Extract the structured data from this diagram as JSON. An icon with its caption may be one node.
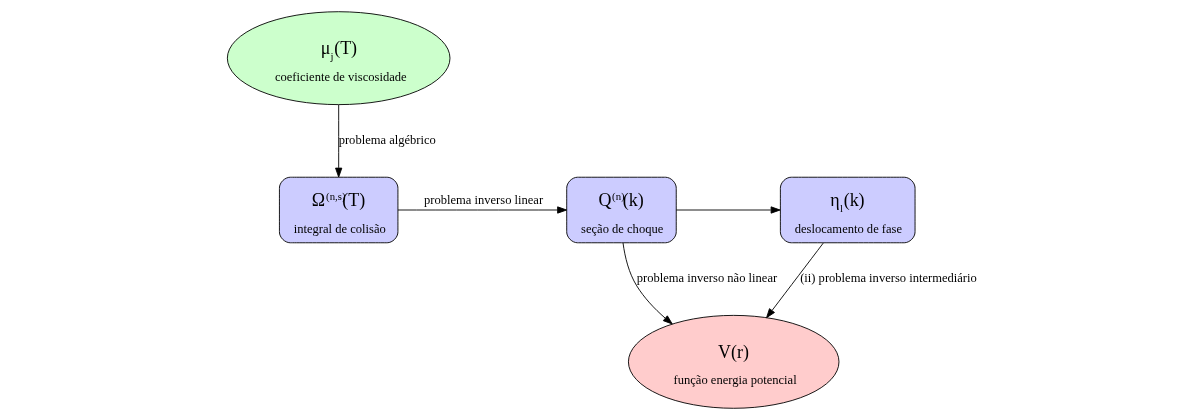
{
  "diagram": {
    "nodes": [
      {
        "text": [
          "μ$_{j}$(T)",
          "coeficiente de viscosidade"
        ]
      },
      {
        "text": [
          "Ω$^{(n,s)}$(T)",
          "integral de colisão"
        ]
      },
      {
        "text": [
          "Q$^{(n)}$(k)",
          "seção de choque"
        ]
      },
      {
        "text": [
          "η$_{l}$(k)",
          "deslocamento de fase"
        ]
      },
      {
        "text": [
          "V(r)",
          "função energia potencial"
        ]
      }
    ],
    "edges": [
      {
        "from": 0,
        "to": 1,
        "arrow": "to",
        "label": "problema algébrico"
      },
      {
        "from": 1,
        "to": 2,
        "arrow": "to",
        "label": "problema inverso linear"
      },
      {
        "from": 2,
        "to": 3,
        "arrow": "to"
      },
      {
        "from": 2,
        "to": 4,
        "arrow": "to",
        "label": "problema inverso não linear"
      },
      {
        "from": 3,
        "to": 4,
        "arrow": "to",
        "label": "(ii) problema inverso intermediário"
      }
    ]
  }
}
